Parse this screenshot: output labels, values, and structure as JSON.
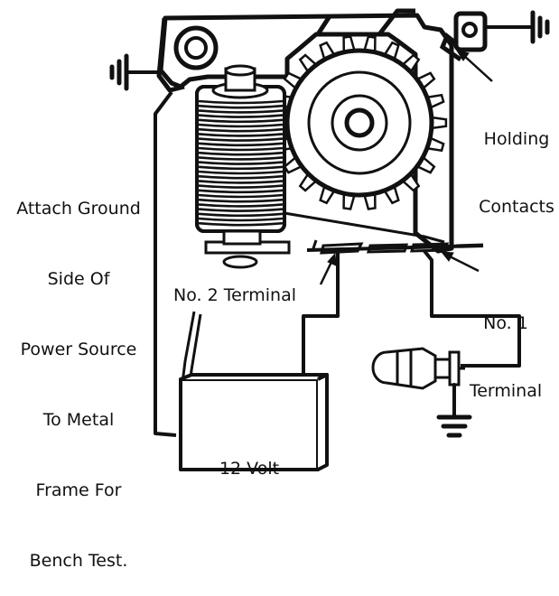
{
  "labels": {
    "holding_contacts": [
      "Holding",
      "Contacts"
    ],
    "ground_instruction": [
      "Attach Ground",
      "Side Of",
      "Power Source",
      "To Metal",
      "Frame For",
      "Bench Test."
    ],
    "no2_terminal": "No. 2 Terminal",
    "no1_terminal": [
      "No. 1",
      "Terminal"
    ],
    "battery": "12 Volt"
  },
  "colors": {
    "ink": "#111111",
    "paper": "#ffffff"
  }
}
